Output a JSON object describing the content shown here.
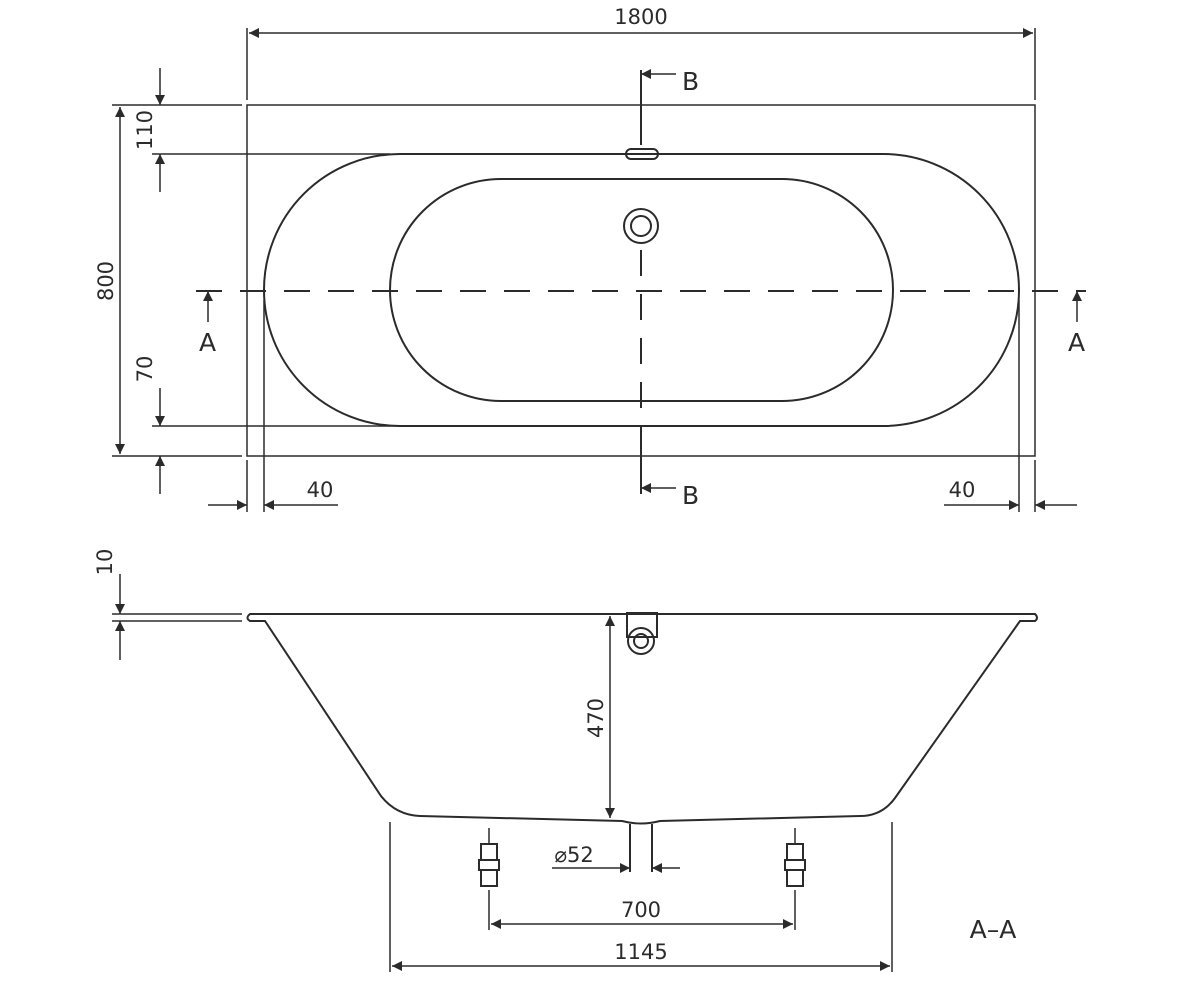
{
  "plan_view": {
    "length_label": "1800",
    "width_label": "800",
    "rim_top_label": "110",
    "rim_bottom_label": "70",
    "left_margin_label": "40",
    "right_margin_label": "40",
    "section_b_top": "B",
    "section_b_bottom": "B",
    "section_a_left": "A",
    "section_a_right": "A",
    "tub_color": "#ececec"
  },
  "section_view": {
    "rim_label": "10",
    "depth_label": "470",
    "drain_label": "⌀52",
    "feet_spacing_label": "700",
    "bottom_length_label": "1145",
    "section_title": "A–A"
  }
}
